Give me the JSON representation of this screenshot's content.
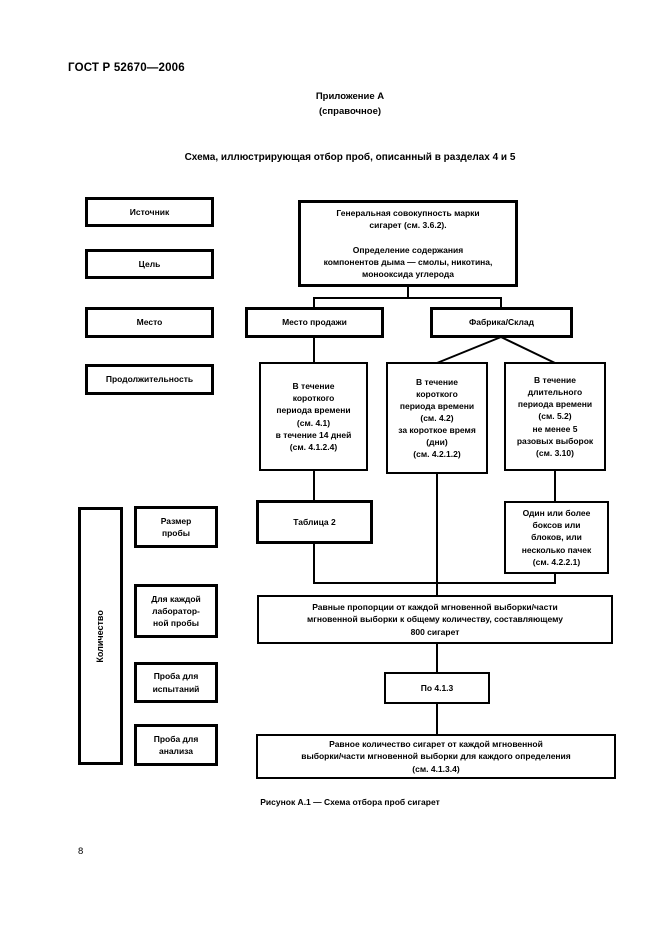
{
  "header": {
    "doc_number": "ГОСТ Р 52670—2006",
    "appendix": "Приложение А",
    "appendix_note": "(справочное)",
    "title": "Схема, иллюстрирующая отбор проб, описанный в разделах 4 и 5"
  },
  "side_labels": {
    "source": "Источник",
    "purpose": "Цель",
    "place": "Место",
    "duration": "Продолжительность",
    "quantity": "Количество",
    "sample_size": "Размер\nпробы",
    "lab_sample": "Для каждой\nлаборатор-\nной пробы",
    "test_sample": "Проба для\nиспытаний",
    "analysis_sample": "Проба для\nанализа"
  },
  "flowchart": {
    "population": "Генеральная совокупность марки\nсигарет (см. 3.6.2).\n\nОпределение содержания\nкомпонентов дыма — смолы, никотина,\nмонооксида углерода",
    "sale_place": "Место продажи",
    "factory_warehouse": "Фабрика/Склад",
    "short_period_4_1": "В течение\nкороткого\nпериода времени\n(см. 4.1)\nв течение 14 дней\n(см. 4.1.2.4)",
    "short_period_4_2": "В течение\nкороткого\nпериода времени\n(см. 4.2)\nза короткое время\n(дни)\n(см. 4.2.1.2)",
    "long_period_5_2": "В течение\nдлительного\nпериода времени\n(см. 5.2)\nне менее 5\nразовых выборок\n(см. 3.10)",
    "table_2": "Таблица 2",
    "boxes_blocks_packs": "Один или более\nбоксов или\nблоков, или\nнесколько пачек\n(см. 4.2.2.1)",
    "equal_proportions": "Равные пропорции от каждой мгновенной выборки/части\nмгновенной выборки к общему количеству, составляющему\n800 сигарет",
    "per_4_1_3": "По 4.1.3",
    "equal_quantity": "Равное количество сигарет от каждой мгновенной\nвыборки/части мгновенной выборки для каждого определения\n(см. 4.1.3.4)"
  },
  "footer": {
    "figure_caption": "Рисунок А.1 — Схема отбора проб сигарет",
    "page_number": "8"
  },
  "colors": {
    "ink": "#000000",
    "paper": "#ffffff"
  }
}
